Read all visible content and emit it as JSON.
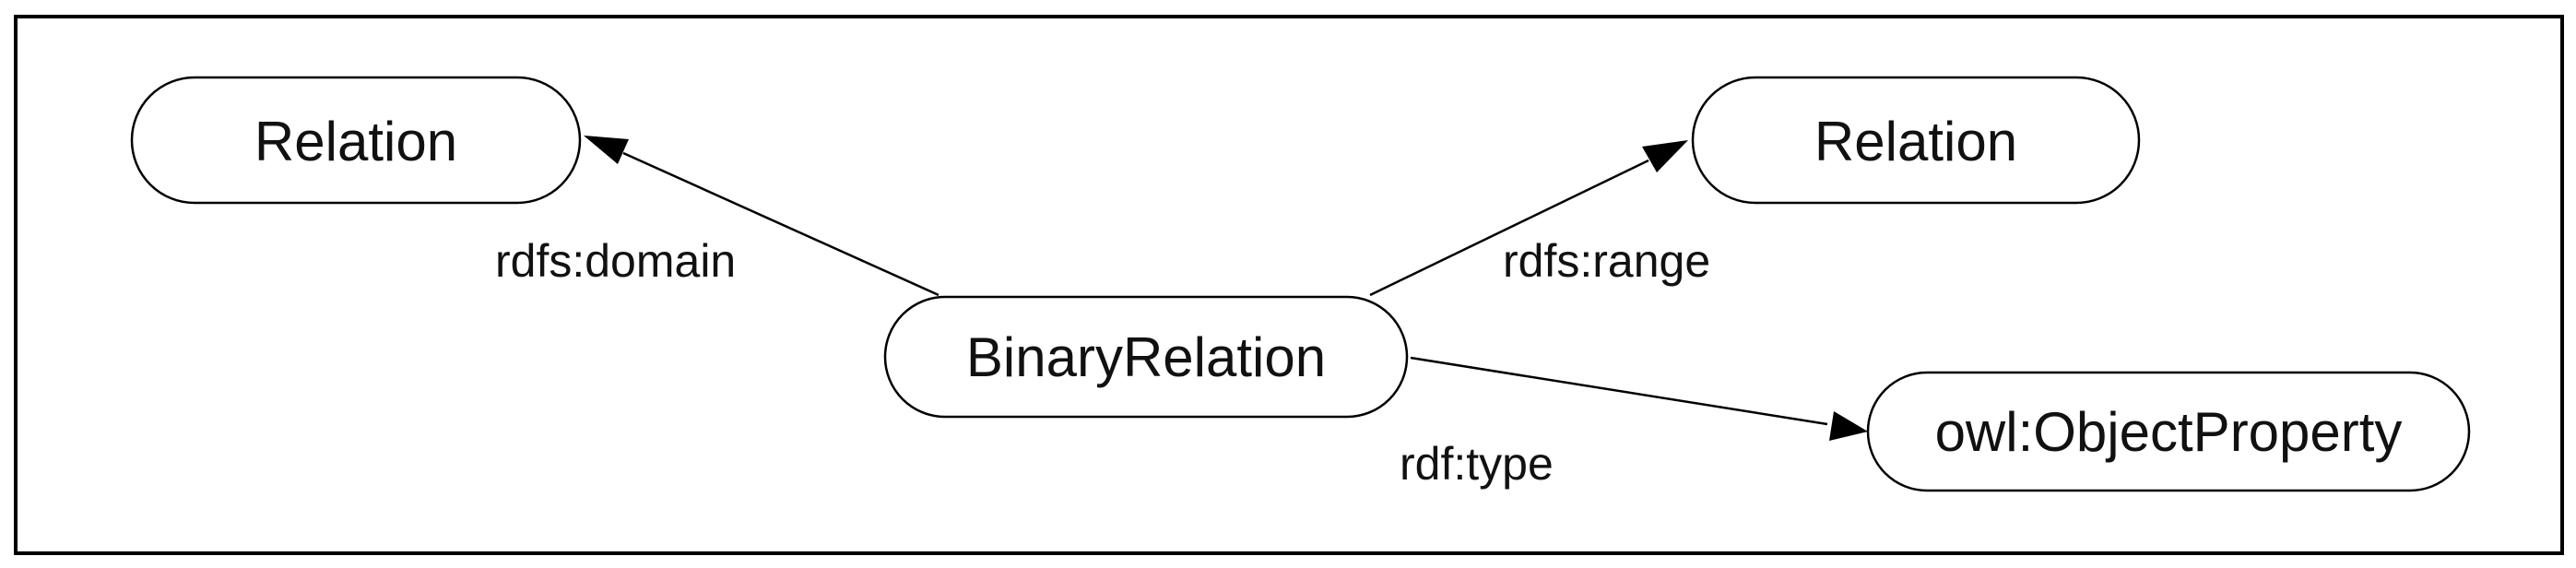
{
  "nodes": {
    "domain_relation": "Relation",
    "range_relation": "Relation",
    "binary_relation": "BinaryRelation",
    "object_property": "owl:ObjectProperty"
  },
  "edges": {
    "domain": "rdfs:domain",
    "range": "rdfs:range",
    "type": "rdf:type"
  }
}
